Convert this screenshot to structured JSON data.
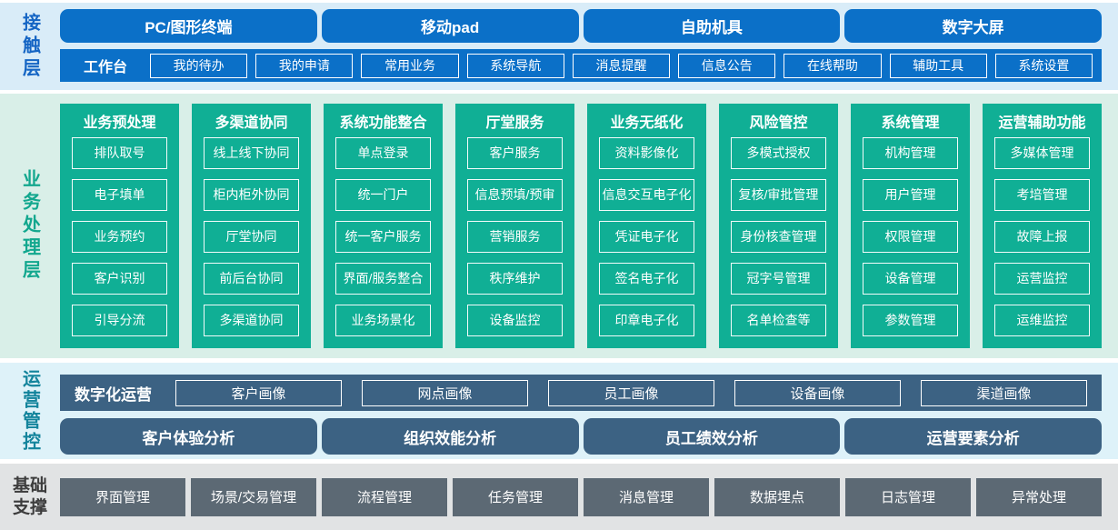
{
  "colors": {
    "blue": "#0b70c8",
    "lightBlue": "#d9ecf8",
    "teal": "#10af95",
    "lightGreen": "#d9efe8",
    "slate": "#3c6283",
    "lightCyan": "#def2f9",
    "gray": "#5c6974",
    "lightGray": "#e1e3e4",
    "contactLabel": "#1565c4",
    "businessLabel": "#12a78e",
    "opsLabel": "#13849c",
    "foundationLabel": "#3c3c3c"
  },
  "layers": {
    "contact": {
      "label": "接触层",
      "terminals": [
        "PC/图形终端",
        "移动pad",
        "自助机具",
        "数字大屏"
      ],
      "workbench": {
        "label": "工作台",
        "items": [
          "我的待办",
          "我的申请",
          "常用业务",
          "系统导航",
          "消息提醒",
          "信息公告",
          "在线帮助",
          "辅助工具",
          "系统设置"
        ]
      }
    },
    "business": {
      "label": "业务处理层",
      "columns": [
        {
          "title": "业务预处理",
          "items": [
            "排队取号",
            "电子填单",
            "业务预约",
            "客户识别",
            "引导分流"
          ]
        },
        {
          "title": "多渠道协同",
          "items": [
            "线上线下协同",
            "柜内柜外协同",
            "厅堂协同",
            "前后台协同",
            "多渠道协同"
          ]
        },
        {
          "title": "系统功能整合",
          "items": [
            "单点登录",
            "统一门户",
            "统一客户服务",
            "界面/服务整合",
            "业务场景化"
          ]
        },
        {
          "title": "厅堂服务",
          "items": [
            "客户服务",
            "信息预填/预审",
            "营销服务",
            "秩序维护",
            "设备监控"
          ]
        },
        {
          "title": "业务无纸化",
          "items": [
            "资料影像化",
            "信息交互电子化",
            "凭证电子化",
            "签名电子化",
            "印章电子化"
          ]
        },
        {
          "title": "风险管控",
          "items": [
            "多模式授权",
            "复核/审批管理",
            "身份核查管理",
            "冠字号管理",
            "名单检查等"
          ]
        },
        {
          "title": "系统管理",
          "items": [
            "机构管理",
            "用户管理",
            "权限管理",
            "设备管理",
            "参数管理"
          ]
        },
        {
          "title": "运营辅助功能",
          "items": [
            "多媒体管理",
            "考培管理",
            "故障上报",
            "运营监控",
            "运维监控"
          ]
        }
      ]
    },
    "operations": {
      "label": "运营管控",
      "digital_ops": {
        "label": "数字化运营",
        "items": [
          "客户画像",
          "网点画像",
          "员工画像",
          "设备画像",
          "渠道画像"
        ]
      },
      "analysis": [
        "客户体验分析",
        "组织效能分析",
        "员工绩效分析",
        "运营要素分析"
      ]
    },
    "foundation": {
      "label": "基础支撑",
      "items": [
        "界面管理",
        "场景/交易管理",
        "流程管理",
        "任务管理",
        "消息管理",
        "数据埋点",
        "日志管理",
        "异常处理"
      ]
    }
  }
}
